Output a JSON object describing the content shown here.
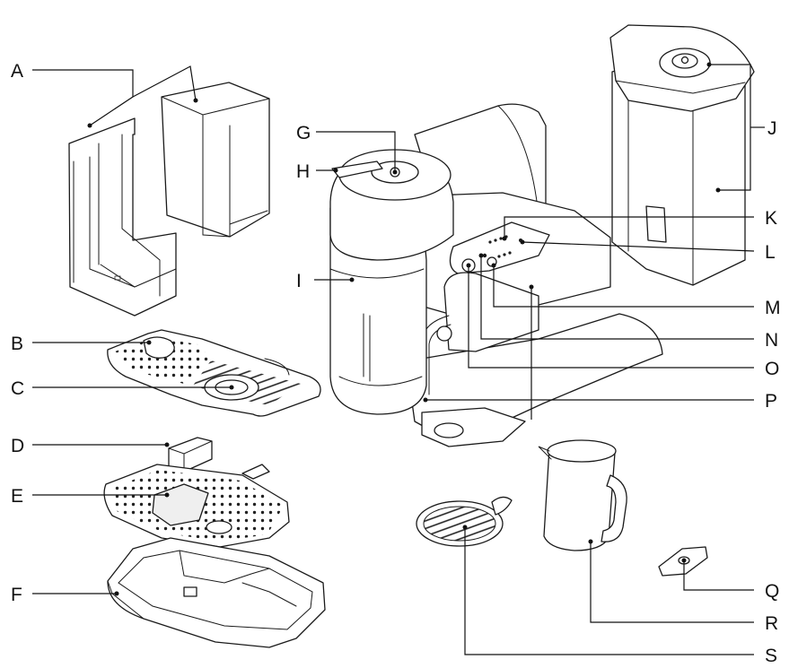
{
  "labels": {
    "A": "A",
    "B": "B",
    "C": "C",
    "D": "D",
    "E": "E",
    "F": "F",
    "G": "G",
    "H": "H",
    "I": "I",
    "J": "J",
    "K": "K",
    "L": "L",
    "M": "M",
    "N": "N",
    "O": "O",
    "P": "P",
    "Q": "Q",
    "R": "R",
    "S": "S"
  }
}
